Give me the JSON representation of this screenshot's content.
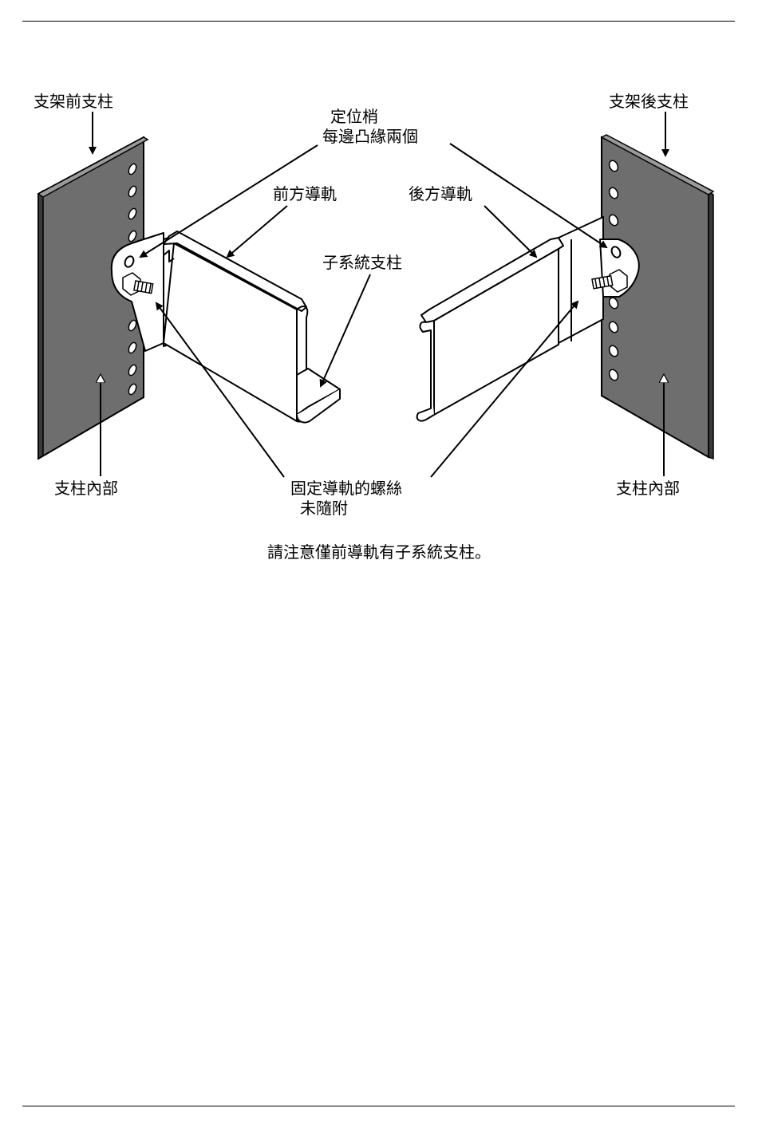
{
  "labels": {
    "front_post": "支架前支柱",
    "rear_post": "支架後支柱",
    "pins_line1": "定位梢",
    "pins_line2": "每邊凸緣兩個",
    "front_rail": "前方導軌",
    "rear_rail": "後方導軌",
    "subsystem_post": "子系統支柱",
    "post_inside_left": "支柱內部",
    "post_inside_right": "支柱內部",
    "screws_line1": "固定導軌的螺絲",
    "screws_line2": "未隨附"
  },
  "caption": "請注意僅前導軌有子系統支柱。",
  "colors": {
    "post_fill": "#6e6e6e",
    "post_edge": "#3a3a3a",
    "line": "#000000",
    "rail_fill": "#ffffff"
  }
}
